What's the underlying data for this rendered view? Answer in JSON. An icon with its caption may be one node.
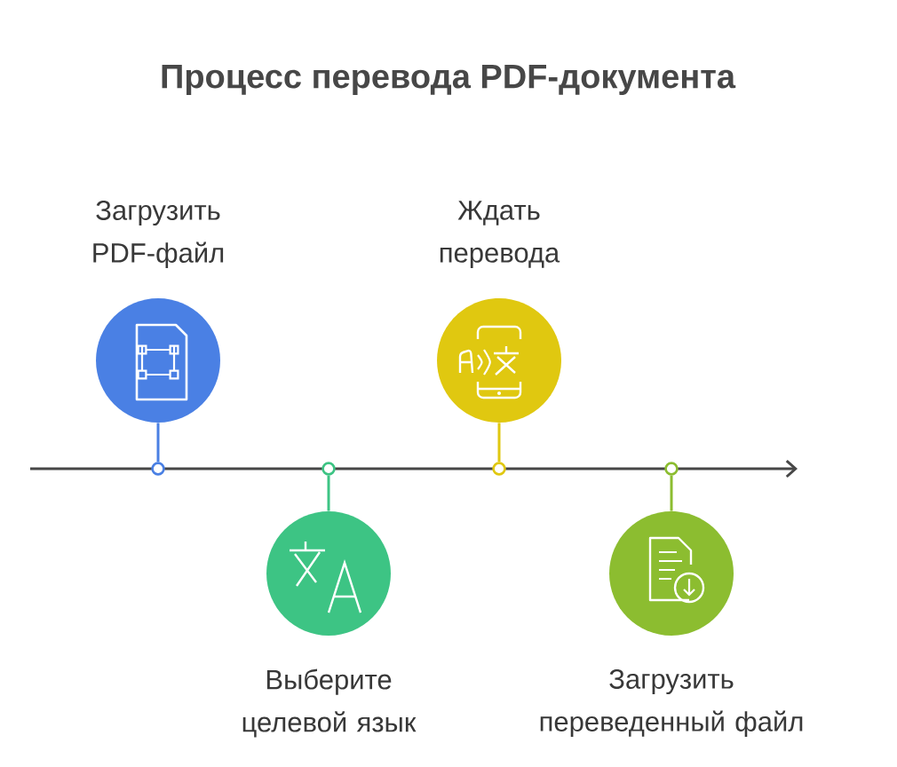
{
  "diagram": {
    "title": "Процесс перевода PDF-документа",
    "nodes": [
      {
        "text": [
          "Загрузить PDF-файл"
        ]
      },
      {
        "text": [
          "Выберите целевой язык"
        ]
      },
      {
        "text": [
          "Ждать перевода"
        ]
      },
      {
        "text": [
          "Загрузить переведенный файл"
        ]
      },
      {
        "text": [],
        "shape": "circle"
      },
      {
        "text": [],
        "shape": "circle"
      },
      {
        "text": [],
        "shape": "circle"
      },
      {
        "text": [],
        "shape": "circle"
      }
    ],
    "edges": [
      {
        "from": 0,
        "to": 4,
        "arrow": "none",
        "color": "#4a80e4"
      },
      {
        "from": 1,
        "to": 5,
        "arrow": "none",
        "color": "#3dc484"
      },
      {
        "from": 2,
        "to": 6,
        "arrow": "none",
        "color": "#e0c810"
      },
      {
        "from": 3,
        "to": 7,
        "arrow": "none",
        "color": "#8cbd30"
      }
    ]
  }
}
